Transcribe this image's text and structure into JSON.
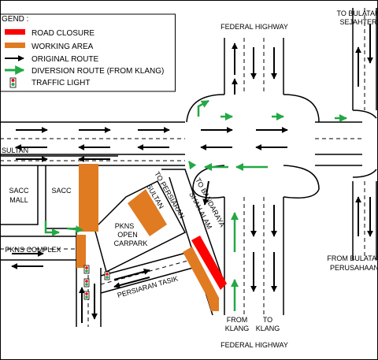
{
  "legend": {
    "title": "GEND :",
    "items": [
      {
        "label": "ROAD CLOSURE",
        "color": "#ff0000",
        "icon": "red-bar"
      },
      {
        "label": "WORKING AREA",
        "color": "#e07b22",
        "icon": "orange-bar"
      },
      {
        "label": "ORIGINAL ROUTE",
        "color": "#000000",
        "icon": "black-arrow-icon"
      },
      {
        "label": "DIVERSION ROUTE (FROM KLANG)",
        "color": "#22a845",
        "icon": "green-arrow-icon"
      },
      {
        "label": "TRAFFIC LIGHT",
        "color": "#22a845",
        "icon": "traffic-light-icon"
      }
    ]
  },
  "labels": {
    "federal_highway_top": "FEDERAL HIGHWAY",
    "federal_highway_bottom": "FEDERAL HIGHWAY",
    "to_bulatan_1": "TO BULATAN",
    "to_bulatan_2": "SEJAHTERA",
    "sultan": "SULTAN",
    "sacc_mall_1": "SACC",
    "sacc_mall_2": "MALL",
    "sacc": "SACC",
    "pkns_complex": "PKNS COMPLEX",
    "pkns_carpark_1": "PKNS",
    "pkns_carpark_2": "OPEN",
    "pkns_carpark_3": "CARPARK",
    "to_persiaran_sultan_1": "TO PERSIARAN",
    "to_persiaran_sultan_2": "SULTAN",
    "to_bandaraya_1": "TO BANDARAYA",
    "to_bandaraya_2": "SHAH ALAM",
    "persiaran_tasik": "PERSIARAN TASIK",
    "from_klang_1": "FROM",
    "from_klang_2": "KLANG",
    "to_klang_1": "TO",
    "to_klang_2": "KLANG",
    "from_bulatan_1": "FROM BULATAN",
    "from_bulatan_2": "PERUSAHAAN"
  },
  "colors": {
    "road_closure": "#ff0000",
    "working_area": "#e07b22",
    "diversion": "#22a845",
    "original": "#000000"
  }
}
